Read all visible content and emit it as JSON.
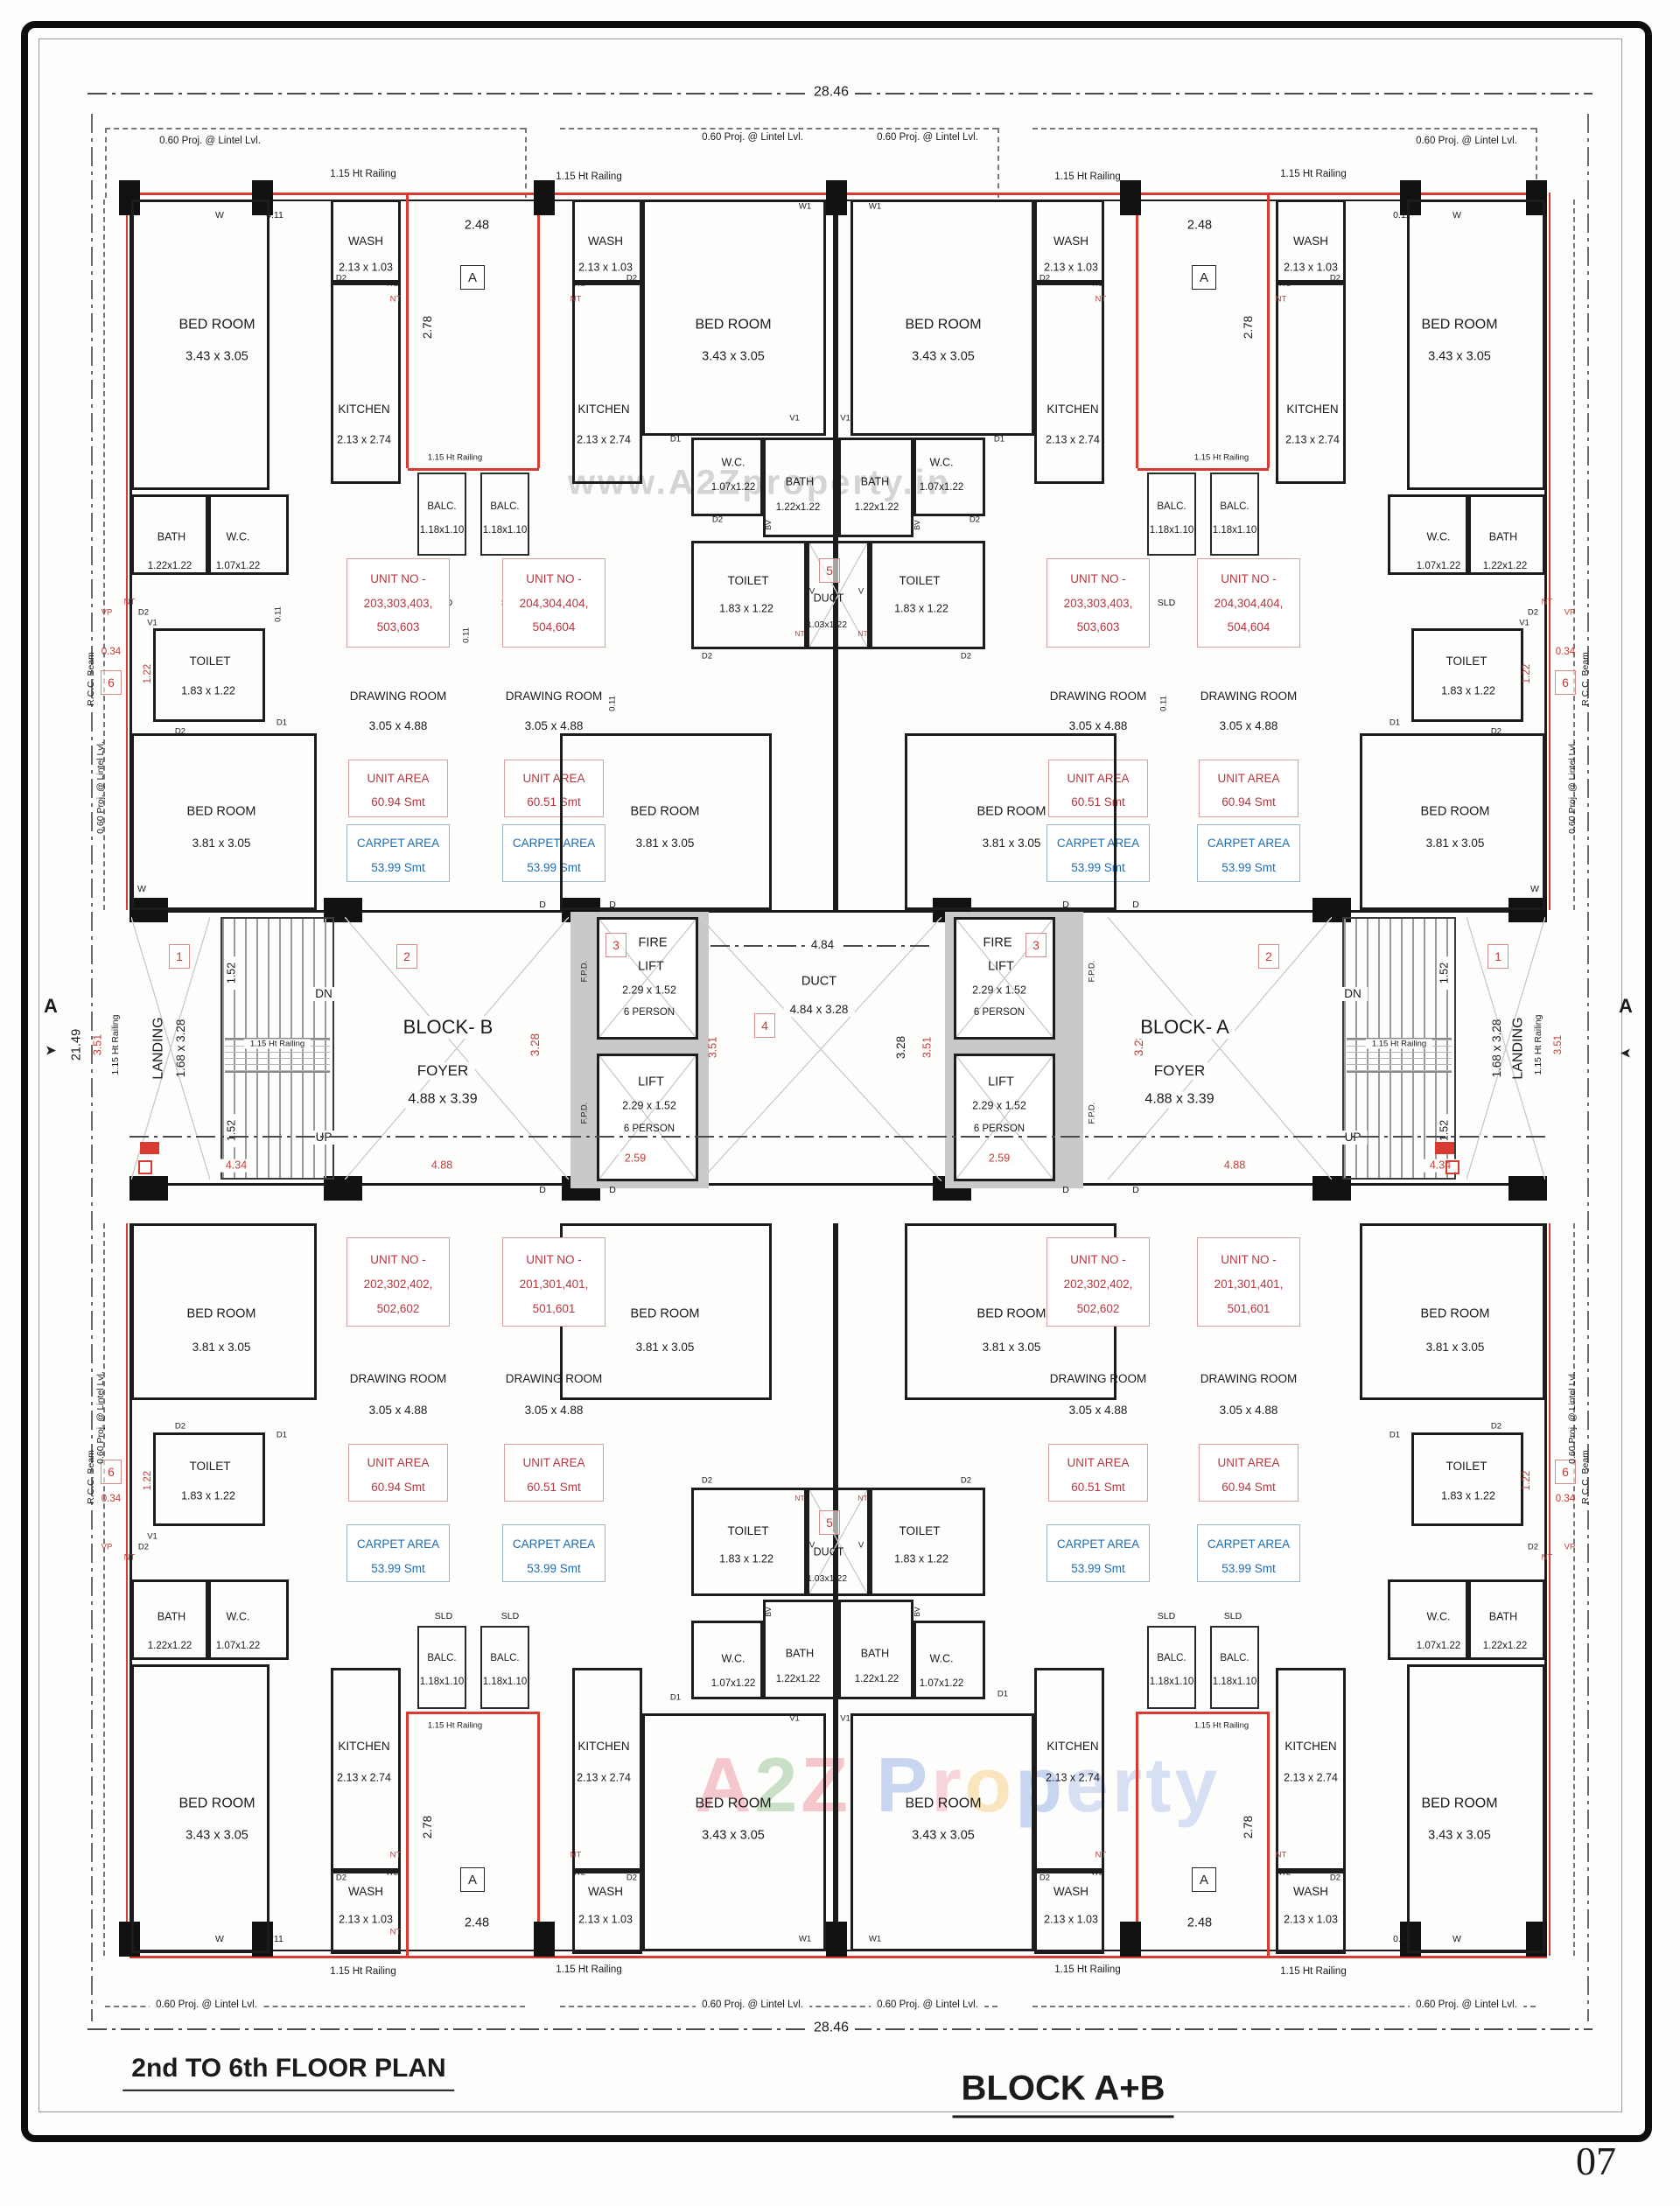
{
  "t": {
    "floor": "2nd TO  6th  FLOOR PLAN",
    "block": "BLOCK A+B",
    "page": "07"
  },
  "od": {
    "w": "28.46",
    "h": "21.49",
    "v248": "2.48",
    "v278": "2.78",
    "s152": "1.52",
    "r328": "3.28",
    "r351": "3.51",
    "d434": "4.34",
    "d488": "4.88",
    "d259": "2.59"
  },
  "wd": {
    "w011": "0.11",
    "w034": "0.34",
    "w122": "1.22"
  },
  "an": {
    "proj": "0.60 Proj. @ Lintel Lvl.",
    "rail": "1.15 Ht Railing",
    "rcc": "R.C.C. Beam",
    "dn": "DN",
    "up": "UP",
    "sld": "SLD",
    "fpd": "F.P.D.",
    "w": "W",
    "w1": "W1",
    "w2": "W2",
    "d": "D",
    "d1": "D1",
    "d2": "D2",
    "v": "V",
    "v1": "V1",
    "bv": "BV",
    "nt": "NT",
    "vp": "VP",
    "sec": "A"
  },
  "mk": {
    "m1": "1",
    "m2": "2",
    "m3": "3",
    "m4": "4",
    "m5": "5",
    "m6": "6"
  },
  "rm": {
    "br1": {
      "n": "BED ROOM",
      "d": "3.43 x 3.05"
    },
    "br2": {
      "n": "BED ROOM",
      "d": "3.81 x 3.05"
    },
    "wash": {
      "n": "WASH",
      "d": "2.13 x 1.03"
    },
    "kit": {
      "n": "KITCHEN",
      "d": "2.13 x 2.74"
    },
    "balc": {
      "n": "BALC.",
      "d": "1.18x1.10"
    },
    "bath": {
      "n": "BATH",
      "d": "1.22x1.22"
    },
    "wc": {
      "n": "W.C.",
      "d": "1.07x1.22"
    },
    "toi": {
      "n": "TOILET",
      "d": "1.83 x 1.22"
    },
    "duct": {
      "n": "DUCT",
      "d": "1.03x1.22"
    },
    "draw": {
      "n": "DRAWING ROOM",
      "d": "3.05 x 4.88"
    }
  },
  "co": {
    "landing": {
      "n": "LANDING",
      "d": "1.68 x 3.28"
    },
    "blockb": "BLOCK- B",
    "blocka": "BLOCK- A",
    "foyer": "FOYER",
    "foyerd": "4.88 x 3.39",
    "fire": "FIRE",
    "lift": "LIFT",
    "liftd": "2.29 x 1.52",
    "cap": "6 PERSON",
    "duct": "DUCT",
    "ductd": "4.84 x 3.28",
    "ductw": "4.84"
  },
  "un": {
    "no": "UNIT NO -",
    "area": "UNIT AREA",
    "carpet": "CARPET AREA",
    "carpetv": "53.99 Smt",
    "top": [
      {
        "i1": "203,303,403,",
        "i2": "503,603",
        "a": "60.94 Smt"
      },
      {
        "i1": "204,304,404,",
        "i2": "504,604",
        "a": "60.51 Smt"
      },
      {
        "i1": "203,303,403,",
        "i2": "503,603",
        "a": "60.51 Smt"
      },
      {
        "i1": "204,304,404,",
        "i2": "504,604",
        "a": "60.94 Smt"
      }
    ],
    "bot": [
      {
        "i1": "202,302,402,",
        "i2": "502,602",
        "a": "60.94 Smt"
      },
      {
        "i1": "201,301,401,",
        "i2": "501,601",
        "a": "60.51 Smt"
      },
      {
        "i1": "202,302,402,",
        "i2": "502,602",
        "a": "60.51 Smt"
      },
      {
        "i1": "201,301,401,",
        "i2": "501,601",
        "a": "60.94 Smt"
      }
    ]
  },
  "wm": {
    "url": "www.A2Zproperty.in",
    "a": "A",
    "two": "2",
    "z": "Z",
    "p": "P",
    "r": "r",
    "o": "o",
    "p2": "p",
    "erty": "erty"
  }
}
